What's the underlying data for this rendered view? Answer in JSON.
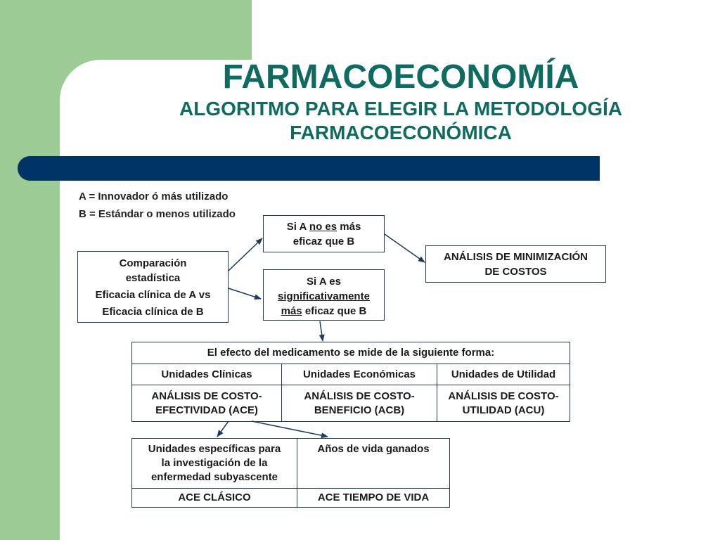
{
  "slide": {
    "title": "FARMACOECONOMÍA",
    "subtitle_line1": "ALGORITMO PARA ELEGIR LA METODOLOGÍA",
    "subtitle_line2": "FARMACOECONÓMICA"
  },
  "legend": {
    "a": "A = Innovador ó más utilizado",
    "b": "B = Estándar o menos utilizado"
  },
  "comparison": {
    "line1": "Comparación",
    "line2": "estadística",
    "line3": "Eficacia clínica de A  vs",
    "line4": "Eficacia clínica de B"
  },
  "branch_not_more": {
    "pre": "Si A ",
    "underlined": "no es",
    "post": " más",
    "line2": "eficaz que B"
  },
  "branch_more": {
    "line1": "Si A es",
    "underlined1": "significativamente",
    "underlined2": "más",
    "post2": " eficaz que B"
  },
  "minimization": {
    "line1": "ANÁLISIS DE MINIMIZACIÓN",
    "line2": "DE COSTOS"
  },
  "effect_table": {
    "header": "El efecto del medicamento se mide de la siguiente forma:",
    "units": [
      "Unidades Clínicas",
      "Unidades Económicas",
      "Unidades de Utilidad"
    ],
    "analyses": [
      {
        "line1": "ANÁLISIS DE COSTO-",
        "line2": "EFECTIVIDAD (ACE)"
      },
      {
        "line1": "ANÁLISIS DE COSTO-",
        "line2": "BENEFICIO (ACB)"
      },
      {
        "line1": "ANÁLISIS DE COSTO-",
        "line2": "UTILIDAD (ACU)"
      }
    ]
  },
  "ace_table": {
    "left_lines": [
      "Unidades específicas para",
      "la investigación de la",
      "enfermedad subyascente"
    ],
    "right": "Años de vida ganados",
    "bottom_left": "ACE CLÁSICO",
    "bottom_right": "ACE TIEMPO DE VIDA"
  },
  "colors": {
    "green_band": "#9ccb96",
    "title_teal": "#0f6b60",
    "navy_bar": "#003366",
    "border": "#1f3a5f"
  }
}
